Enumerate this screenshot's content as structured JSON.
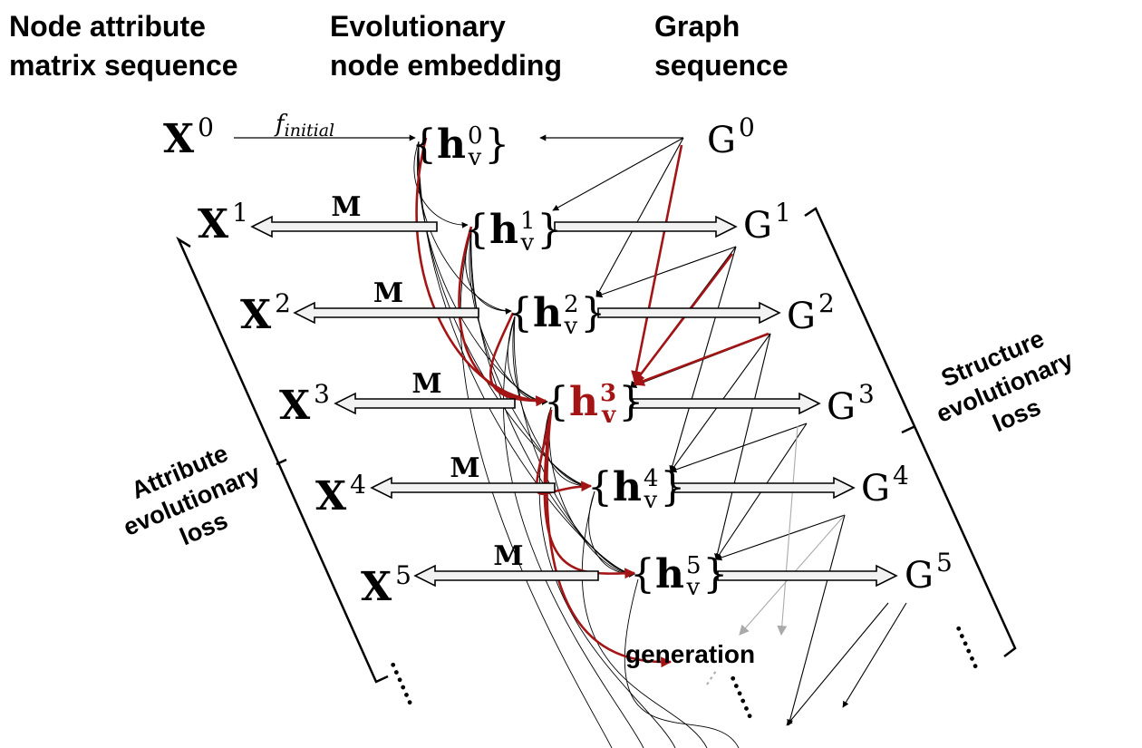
{
  "headers": {
    "attr_line1": "Node attribute",
    "attr_line2": "matrix sequence",
    "emb_line1": "Evolutionary",
    "emb_line2": "node embedding",
    "graph_line1": "Graph",
    "graph_line2": "sequence"
  },
  "symbols": {
    "x_base": "X",
    "g_base": "G",
    "h_open": "{",
    "h_letter": "h",
    "h_close": "}",
    "h_sub": "v",
    "f_initial": "f",
    "f_initial_sub": "initial",
    "mapping": "M"
  },
  "rows": [
    {
      "index": "0"
    },
    {
      "index": "1"
    },
    {
      "index": "2"
    },
    {
      "index": "3",
      "highlighted": true
    },
    {
      "index": "4"
    },
    {
      "index": "5"
    }
  ],
  "labels": {
    "generation": "generation",
    "ellipsis": "......",
    "structure_loss": [
      "Structure",
      "evolutionary",
      "loss"
    ],
    "attribute_loss": [
      "Attribute",
      "evolutionary",
      "loss"
    ]
  },
  "colors": {
    "highlight": "#a31515",
    "line": "#000000",
    "faded_arrow": "#aaaaaa"
  }
}
